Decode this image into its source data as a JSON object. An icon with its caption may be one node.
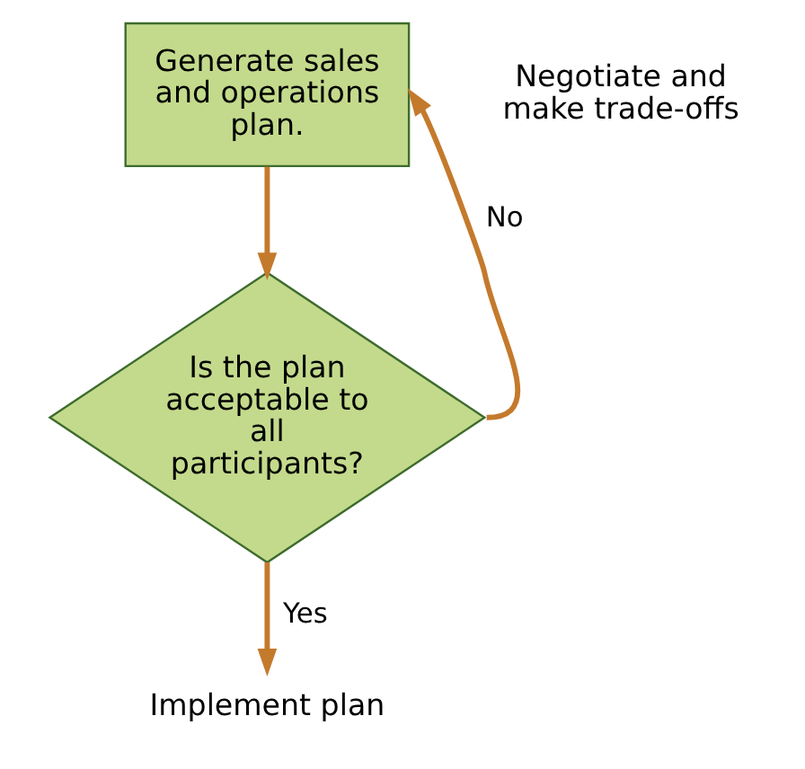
{
  "diagram": {
    "nodes": [
      {
        "text": [
          "Generate sales and operations plan."
        ]
      },
      {
        "text": [
          "Is the plan acceptable to all participants?"
        ]
      },
      {
        "text": [
          "Implement plan"
        ]
      }
    ],
    "edges": [
      {
        "from": 0,
        "to": 1,
        "arrow": "to"
      },
      {
        "from": 1,
        "to": 0,
        "arrow": "to",
        "label": "No"
      },
      {
        "from": 1,
        "to": 2,
        "arrow": "to",
        "label": "Yes"
      }
    ],
    "labels": [
      "Negotiate and make trade-offs"
    ]
  }
}
